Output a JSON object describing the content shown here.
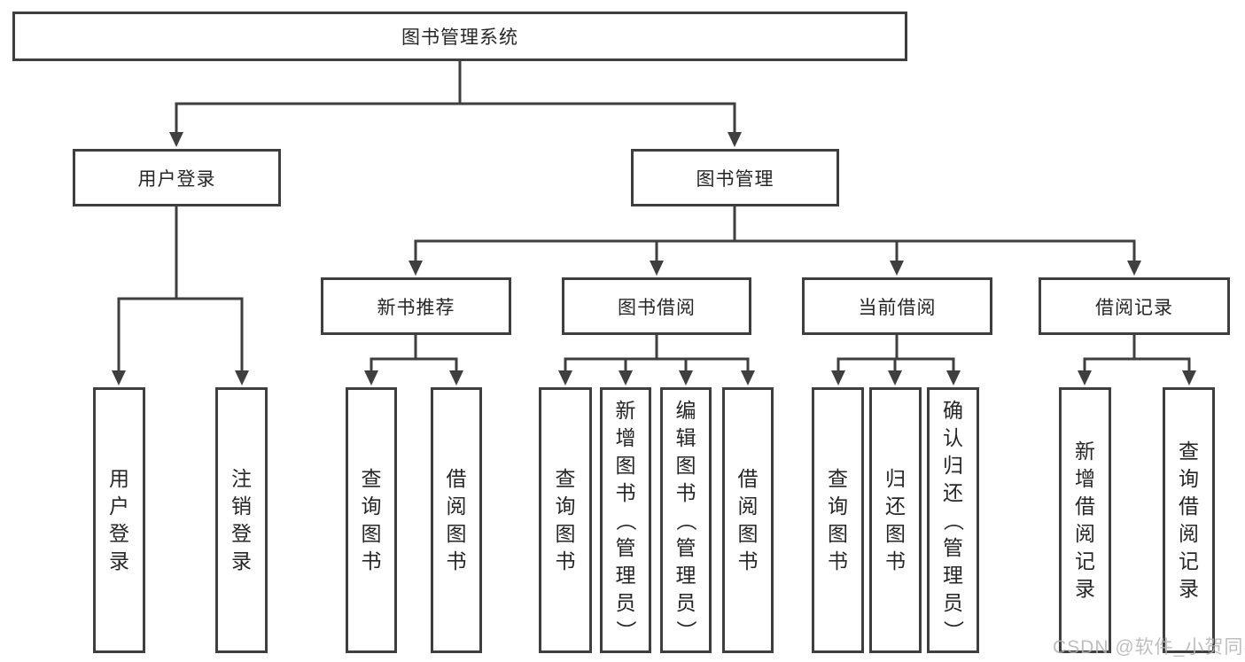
{
  "colors": {
    "line": "#3f3f3f",
    "text": "#262626",
    "background": "#ffffff",
    "watermark": "#b3b3b3"
  },
  "tree": {
    "label": "图书管理系统",
    "children": [
      {
        "label": "用户登录",
        "children": [
          {
            "label": "用户登录"
          },
          {
            "label": "注销登录"
          }
        ]
      },
      {
        "label": "图书管理",
        "children": [
          {
            "label": "新书推荐",
            "children": [
              {
                "label": "查询图书"
              },
              {
                "label": "借阅图书"
              }
            ]
          },
          {
            "label": "图书借阅",
            "children": [
              {
                "label": "查询图书"
              },
              {
                "label": "新增图书（管理员）"
              },
              {
                "label": "编辑图书（管理员）"
              },
              {
                "label": "借阅图书"
              }
            ]
          },
          {
            "label": "当前借阅",
            "children": [
              {
                "label": "查询图书"
              },
              {
                "label": "归还图书"
              },
              {
                "label": "确认归还（管理员）"
              }
            ]
          },
          {
            "label": "借阅记录",
            "children": [
              {
                "label": "新增借阅记录"
              },
              {
                "label": "查询借阅记录"
              }
            ]
          }
        ]
      }
    ]
  },
  "watermark": {
    "text": "CSDN @软件_小贺同学"
  }
}
